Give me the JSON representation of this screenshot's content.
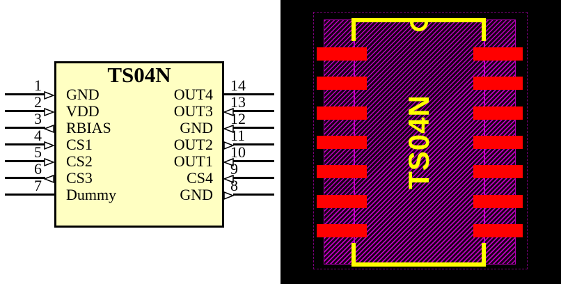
{
  "schematic": {
    "title": "TS04N",
    "pins_left": [
      {
        "num": "1",
        "label": "GND",
        "arrow": "right"
      },
      {
        "num": "2",
        "label": "VDD",
        "arrow": "right"
      },
      {
        "num": "3",
        "label": "RBIAS",
        "arrow": "left"
      },
      {
        "num": "4",
        "label": "CS1",
        "arrow": "right"
      },
      {
        "num": "5",
        "label": "CS2",
        "arrow": "right"
      },
      {
        "num": "6",
        "label": "CS3",
        "arrow": "left"
      },
      {
        "num": "7",
        "label": "Dummy",
        "arrow": "none"
      }
    ],
    "pins_right": [
      {
        "num": "14",
        "label": "OUT4",
        "arrow": "none"
      },
      {
        "num": "13",
        "label": "OUT3",
        "arrow": "left"
      },
      {
        "num": "12",
        "label": "GND",
        "arrow": "left"
      },
      {
        "num": "11",
        "label": "OUT2",
        "arrow": "right"
      },
      {
        "num": "10",
        "label": "OUT1",
        "arrow": "left"
      },
      {
        "num": "9",
        "label": "CS4",
        "arrow": "left"
      },
      {
        "num": "8",
        "label": "GND",
        "arrow": "right"
      }
    ],
    "colors": {
      "body_fill": "#FFFFC2",
      "body_border": "#000000",
      "wire": "#000000"
    }
  },
  "footprint": {
    "label": "TS04N",
    "pads_per_side": 7,
    "colors": {
      "background": "#000000",
      "pad": "#FF0000",
      "silkscreen": "#FFFF00",
      "hatch": "#BE00BE",
      "courtyard": "#7A007A"
    }
  }
}
